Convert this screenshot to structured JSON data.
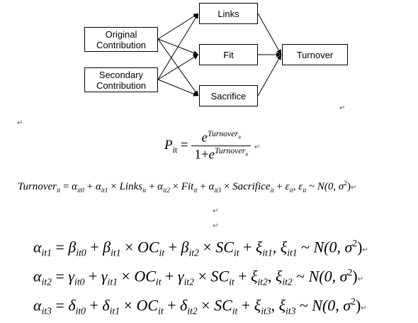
{
  "diagram": {
    "original_contribution": "Original\nContribution",
    "secondary_contribution": "Secondary\nContribution",
    "links": "Links",
    "fit": "Fit",
    "sacrifice": "Sacrifice",
    "turnover": "Turnover"
  },
  "equations": {
    "prob": {
      "lhs": "P",
      "lhs_sub": "it",
      "exp_base": "e",
      "exp_sup": "Turnover",
      "exp_sup_sub": "it",
      "den_prefix": "1+",
      "den_base": "e",
      "den_sup": "Turnover",
      "den_sup_sub": "it"
    },
    "turnover": {
      "lhs": "Turnover",
      "lhs_sub": "it",
      "term0": "α",
      "term0_sub": "it0",
      "term1": "α",
      "term1_sub": "it1",
      "var1": "Links",
      "var1_sub": "it",
      "term2": "α",
      "term2_sub": "it2",
      "var2": "Fit",
      "var2_sub": "it",
      "term3": "α",
      "term3_sub": "it3",
      "var3": "Sacrifice",
      "var3_sub": "it",
      "err": "ε",
      "err_sub": "it",
      "dist": "N(0, σ",
      "dist_sup": "2",
      "dist_end": ")"
    },
    "a1": {
      "lhs_sub": "it1",
      "coef": "β",
      "c0_sub": "it0",
      "c1_sub": "it1",
      "c2_sub": "it2",
      "err": "ξ",
      "err_sub": "it1"
    },
    "a2": {
      "lhs_sub": "it2",
      "coef": "γ",
      "c0_sub": "it0",
      "c1_sub": "it1",
      "c2_sub": "it2",
      "err": "ξ",
      "err_sub": "it2"
    },
    "a3": {
      "lhs_sub": "it3",
      "coef": "δ",
      "c0_sub": "it0",
      "c1_sub": "it1",
      "c2_sub": "it2",
      "err": "ξ",
      "err_sub": "it3"
    },
    "shared": {
      "alpha": "α",
      "oc": "OC",
      "sc": "SC",
      "it": "it",
      "dist": "N(0, σ",
      "sq": "2",
      "close": ")"
    }
  },
  "return_mark": "↵"
}
